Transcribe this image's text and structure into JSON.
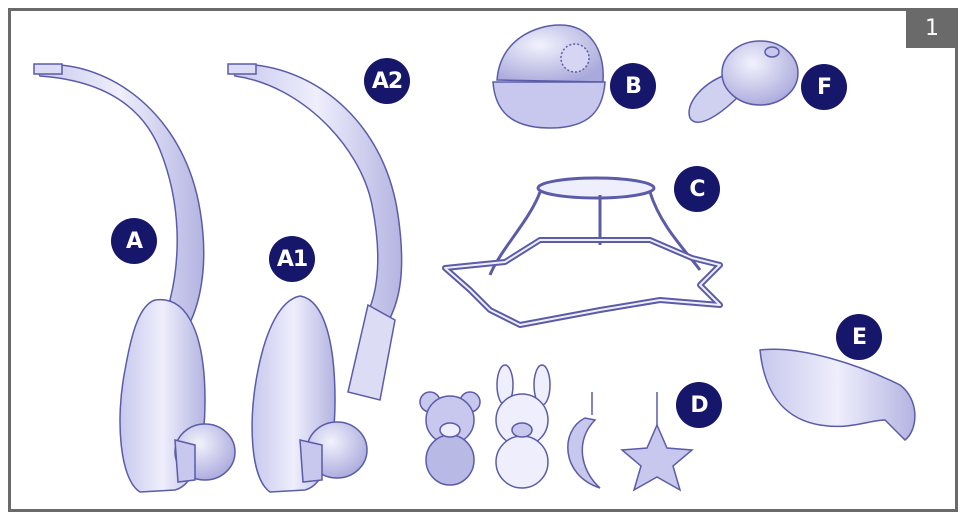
{
  "page": {
    "number": "1"
  },
  "colors": {
    "part_fill": "#dcdcf5",
    "part_fill_dark": "#b9b9e6",
    "part_stroke": "#5b5ba8",
    "badge_fill": "#16166b",
    "frame": "#6a6a6a"
  },
  "labels": {
    "A": "A",
    "A1": "A1",
    "A2": "A2",
    "B": "B",
    "C": "C",
    "D": "D",
    "E": "E",
    "F": "F"
  },
  "parts": [
    {
      "id": "A",
      "item": "mobile-arm-assembled"
    },
    {
      "id": "A1",
      "item": "arm-base-clamp"
    },
    {
      "id": "A2",
      "item": "arm-upper-tube"
    },
    {
      "id": "B",
      "item": "music-box-projector"
    },
    {
      "id": "C",
      "item": "star-frame-hanger"
    },
    {
      "id": "D",
      "item": "hanging-toys"
    },
    {
      "id": "E",
      "item": "shade-cover"
    },
    {
      "id": "F",
      "item": "remote-control"
    }
  ]
}
